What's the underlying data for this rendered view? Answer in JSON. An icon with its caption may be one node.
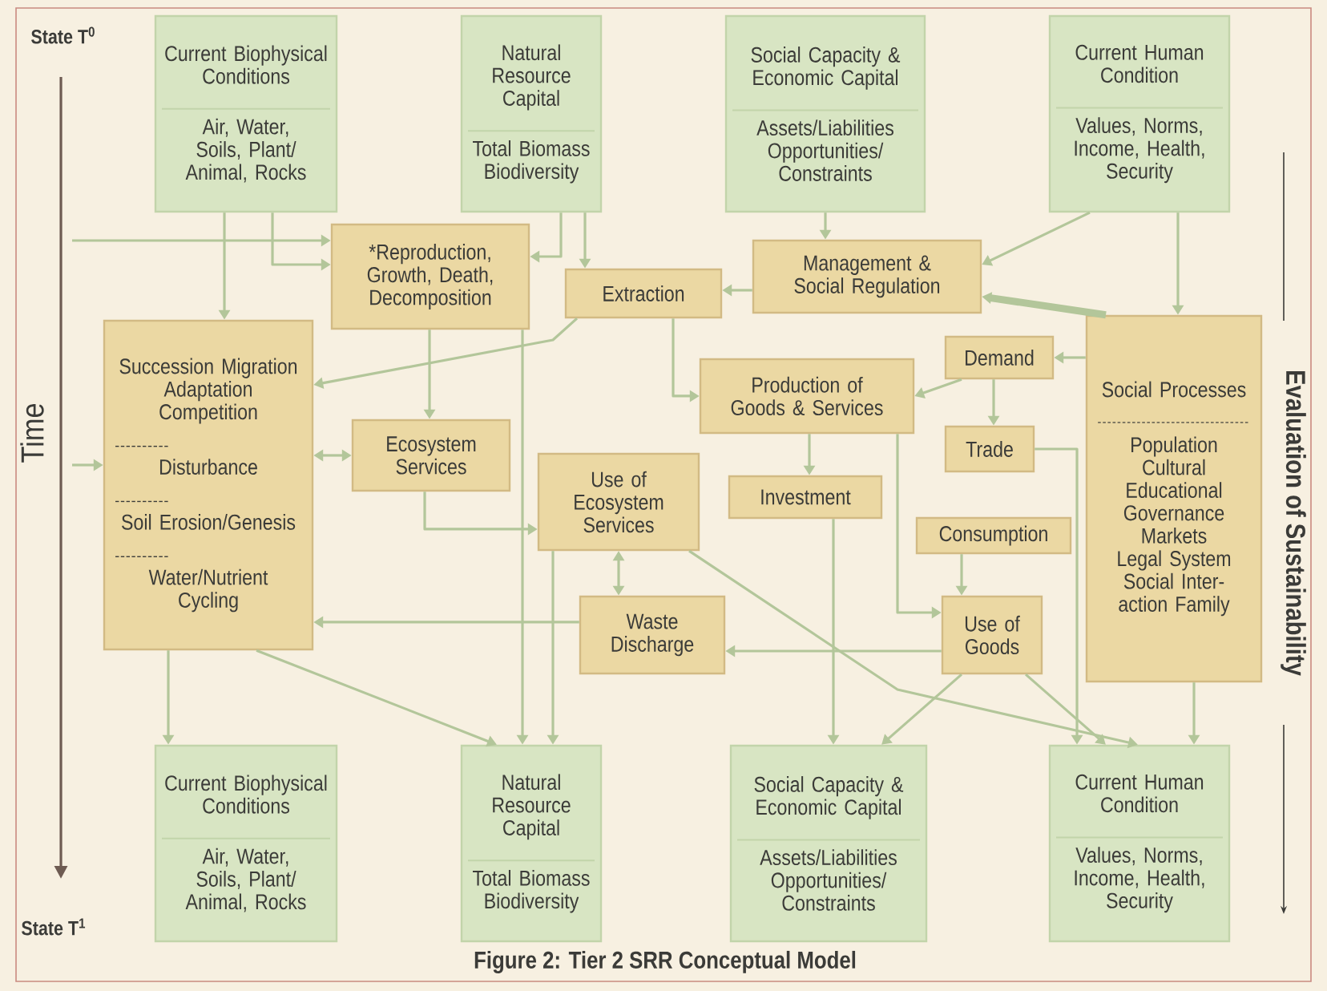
{
  "diagram": {
    "caption": "Figure 2: Tier 2 SRR Conceptual Model",
    "nodes": [
      {
        "text": [
          "Current Biophysical Conditions",
          "Air, Water, Soils, Plant/ Animal, Rocks"
        ]
      },
      {
        "text": [
          "Natural Resource Capital",
          "Total Biomass Biodiversity"
        ]
      },
      {
        "text": [
          "Social Capacity & Economic Capital",
          "Assets/Liabilities Opportunities/ Constraints"
        ]
      },
      {
        "text": [
          "Current Human Condition",
          "Values, Norms, Income, Health, Security"
        ]
      },
      {
        "text": [
          "*Reproduction, Growth, Death, Decomposition"
        ]
      },
      {
        "text": [
          "Succession Migration Adaptation Competition",
          "Disturbance",
          "Soil Erosion/Genesis",
          "Water/Nutrient Cycling"
        ]
      },
      {
        "text": [
          "Extraction"
        ]
      },
      {
        "text": [
          "Management & Social Regulation"
        ]
      },
      {
        "text": [
          "Demand"
        ]
      },
      {
        "text": [
          "Social Processes",
          "Population Cultural Educational Governance Markets Legal System Social Inter- action Family"
        ]
      },
      {
        "text": [
          "Production of Goods & Services"
        ]
      },
      {
        "text": [
          "Ecosystem Services"
        ]
      },
      {
        "text": [
          "Trade"
        ]
      },
      {
        "text": [
          "Use of Ecosystem Services"
        ]
      },
      {
        "text": [
          "Investment"
        ]
      },
      {
        "text": [
          "Consumption"
        ]
      },
      {
        "text": [
          "Waste Discharge"
        ]
      },
      {
        "text": [
          "Use of Goods"
        ]
      },
      {
        "text": [
          "Current Biophysical Conditions",
          "Air, Water, Soils, Plant/ Animal, Rocks"
        ]
      },
      {
        "text": [
          "Natural Resource Capital",
          "Total Biomass Biodiversity"
        ]
      },
      {
        "text": [
          "Social Capacity & Economic Capital",
          "Assets/Liabilities Opportunities/ Constraints"
        ]
      },
      {
        "text": [
          "Current Human Condition",
          "Values, Norms, Income, Health, Security"
        ]
      }
    ],
    "edges": [
      {
        "from": 0,
        "to": 5,
        "arrow": "to"
      },
      {
        "from": 0,
        "to": 4,
        "arrow": "to"
      },
      {
        "from": 1,
        "to": 4,
        "arrow": "to"
      },
      {
        "from": 1,
        "to": 6,
        "arrow": "to"
      },
      {
        "from": 2,
        "to": 7,
        "arrow": "to"
      },
      {
        "from": 3,
        "to": 7,
        "arrow": "to"
      },
      {
        "from": 3,
        "to": 9,
        "arrow": "to"
      },
      {
        "from": 9,
        "to": 7,
        "arrow": "to",
        "style": "thick"
      },
      {
        "from": 9,
        "to": 8,
        "arrow": "to"
      },
      {
        "from": 8,
        "to": 12,
        "arrow": "to"
      },
      {
        "from": 8,
        "to": 10,
        "arrow": "to"
      },
      {
        "from": 7,
        "to": 6,
        "arrow": "to"
      },
      {
        "from": 6,
        "to": 5,
        "arrow": "to"
      },
      {
        "from": 4,
        "to": 11,
        "arrow": "to"
      },
      {
        "from": 11,
        "to": 5,
        "arrow": "both"
      },
      {
        "from": 11,
        "to": 13,
        "arrow": "to"
      },
      {
        "from": 6,
        "to": 10,
        "arrow": "to"
      },
      {
        "from": 10,
        "to": 14,
        "arrow": "to"
      },
      {
        "from": 10,
        "to": 17,
        "arrow": "to"
      },
      {
        "from": 12,
        "to": 21,
        "arrow": "to"
      },
      {
        "from": 13,
        "to": 16,
        "arrow": "both"
      },
      {
        "from": 17,
        "to": 16,
        "arrow": "to"
      },
      {
        "from": 16,
        "to": 5,
        "arrow": "to"
      },
      {
        "from": 5,
        "to": 18,
        "arrow": "to"
      },
      {
        "from": 5,
        "to": 19,
        "arrow": "to"
      },
      {
        "from": 4,
        "to": 19,
        "arrow": "to"
      },
      {
        "from": 13,
        "to": 19,
        "arrow": "to"
      },
      {
        "from": 13,
        "to": 21,
        "arrow": "to"
      },
      {
        "from": 14,
        "to": 20,
        "arrow": "to"
      },
      {
        "from": 17,
        "to": 20,
        "arrow": "to"
      },
      {
        "from": 17,
        "to": 21,
        "arrow": "to"
      },
      {
        "from": 9,
        "to": 21,
        "arrow": "to"
      },
      {
        "from": 15,
        "to": 17,
        "arrow": "to"
      },
      {
        "from": null,
        "to": 4,
        "arrow": "to"
      },
      {
        "from": null,
        "to": 5,
        "arrow": "to"
      }
    ],
    "labels": [
      "State T$^{0}$",
      "Time",
      "State T$^{1}$",
      "Evaluation of Sustainability"
    ]
  }
}
